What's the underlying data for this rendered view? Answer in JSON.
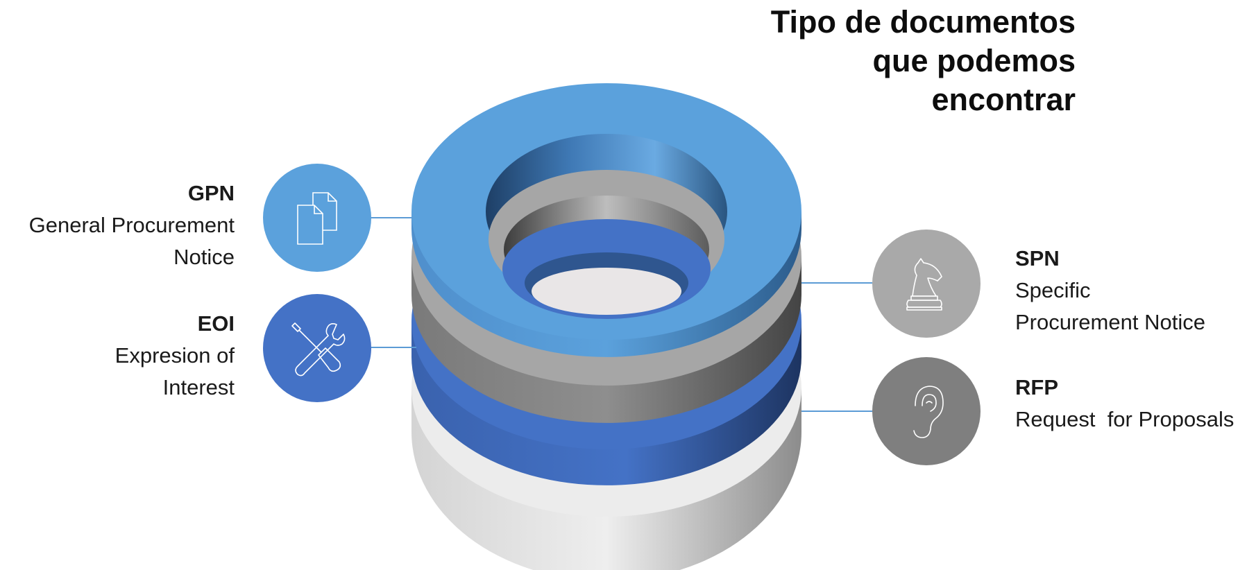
{
  "title": {
    "line1": "Tipo de documentos",
    "line2": "que podemos",
    "line3": "encontrar"
  },
  "items": [
    {
      "code": "GPN",
      "desc_line1": "General Procurement",
      "desc_line2": "Notice",
      "icon": "documents-icon",
      "color": "#5ba1dc"
    },
    {
      "code": "EOI",
      "desc_line1": "Expresion of",
      "desc_line2": "Interest",
      "icon": "tools-icon",
      "color": "#4472c6"
    },
    {
      "code": "SPN",
      "desc_line1": "Specific",
      "desc_line2": "Procurement Notice",
      "icon": "chess-knight-icon",
      "color": "#a9a9a9"
    },
    {
      "code": "RFP",
      "desc_line1": "Request  for Proposals",
      "icon": "ear-icon",
      "color": "#7f7f7f"
    }
  ],
  "rings": {
    "colors": [
      "#ececec",
      "#4472c6",
      "#a6a6a6",
      "#5ba1dc"
    ]
  }
}
